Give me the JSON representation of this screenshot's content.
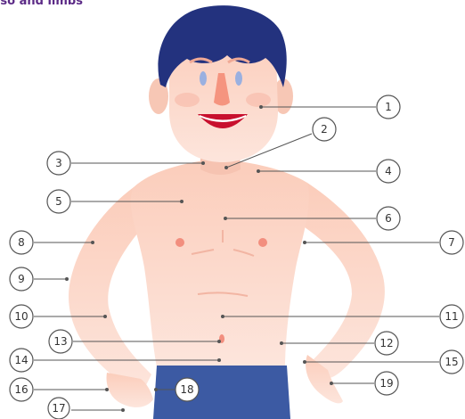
{
  "title": "rso and limbs",
  "colors": {
    "skin": "#fbd2c2",
    "skin_light": "#fde3d8",
    "hair": "#23327e",
    "shorts": "#3c5aa3",
    "nipple": "#f28e7e",
    "mouth": "#c8102e",
    "eye": "#9ab0e0",
    "line": "#555555",
    "title": "#5b2a86"
  },
  "labels": [
    "1",
    "2",
    "3",
    "4",
    "5",
    "6",
    "7",
    "8",
    "9",
    "10",
    "11",
    "12",
    "13",
    "14",
    "15",
    "16",
    "17",
    "18",
    "19"
  ]
}
